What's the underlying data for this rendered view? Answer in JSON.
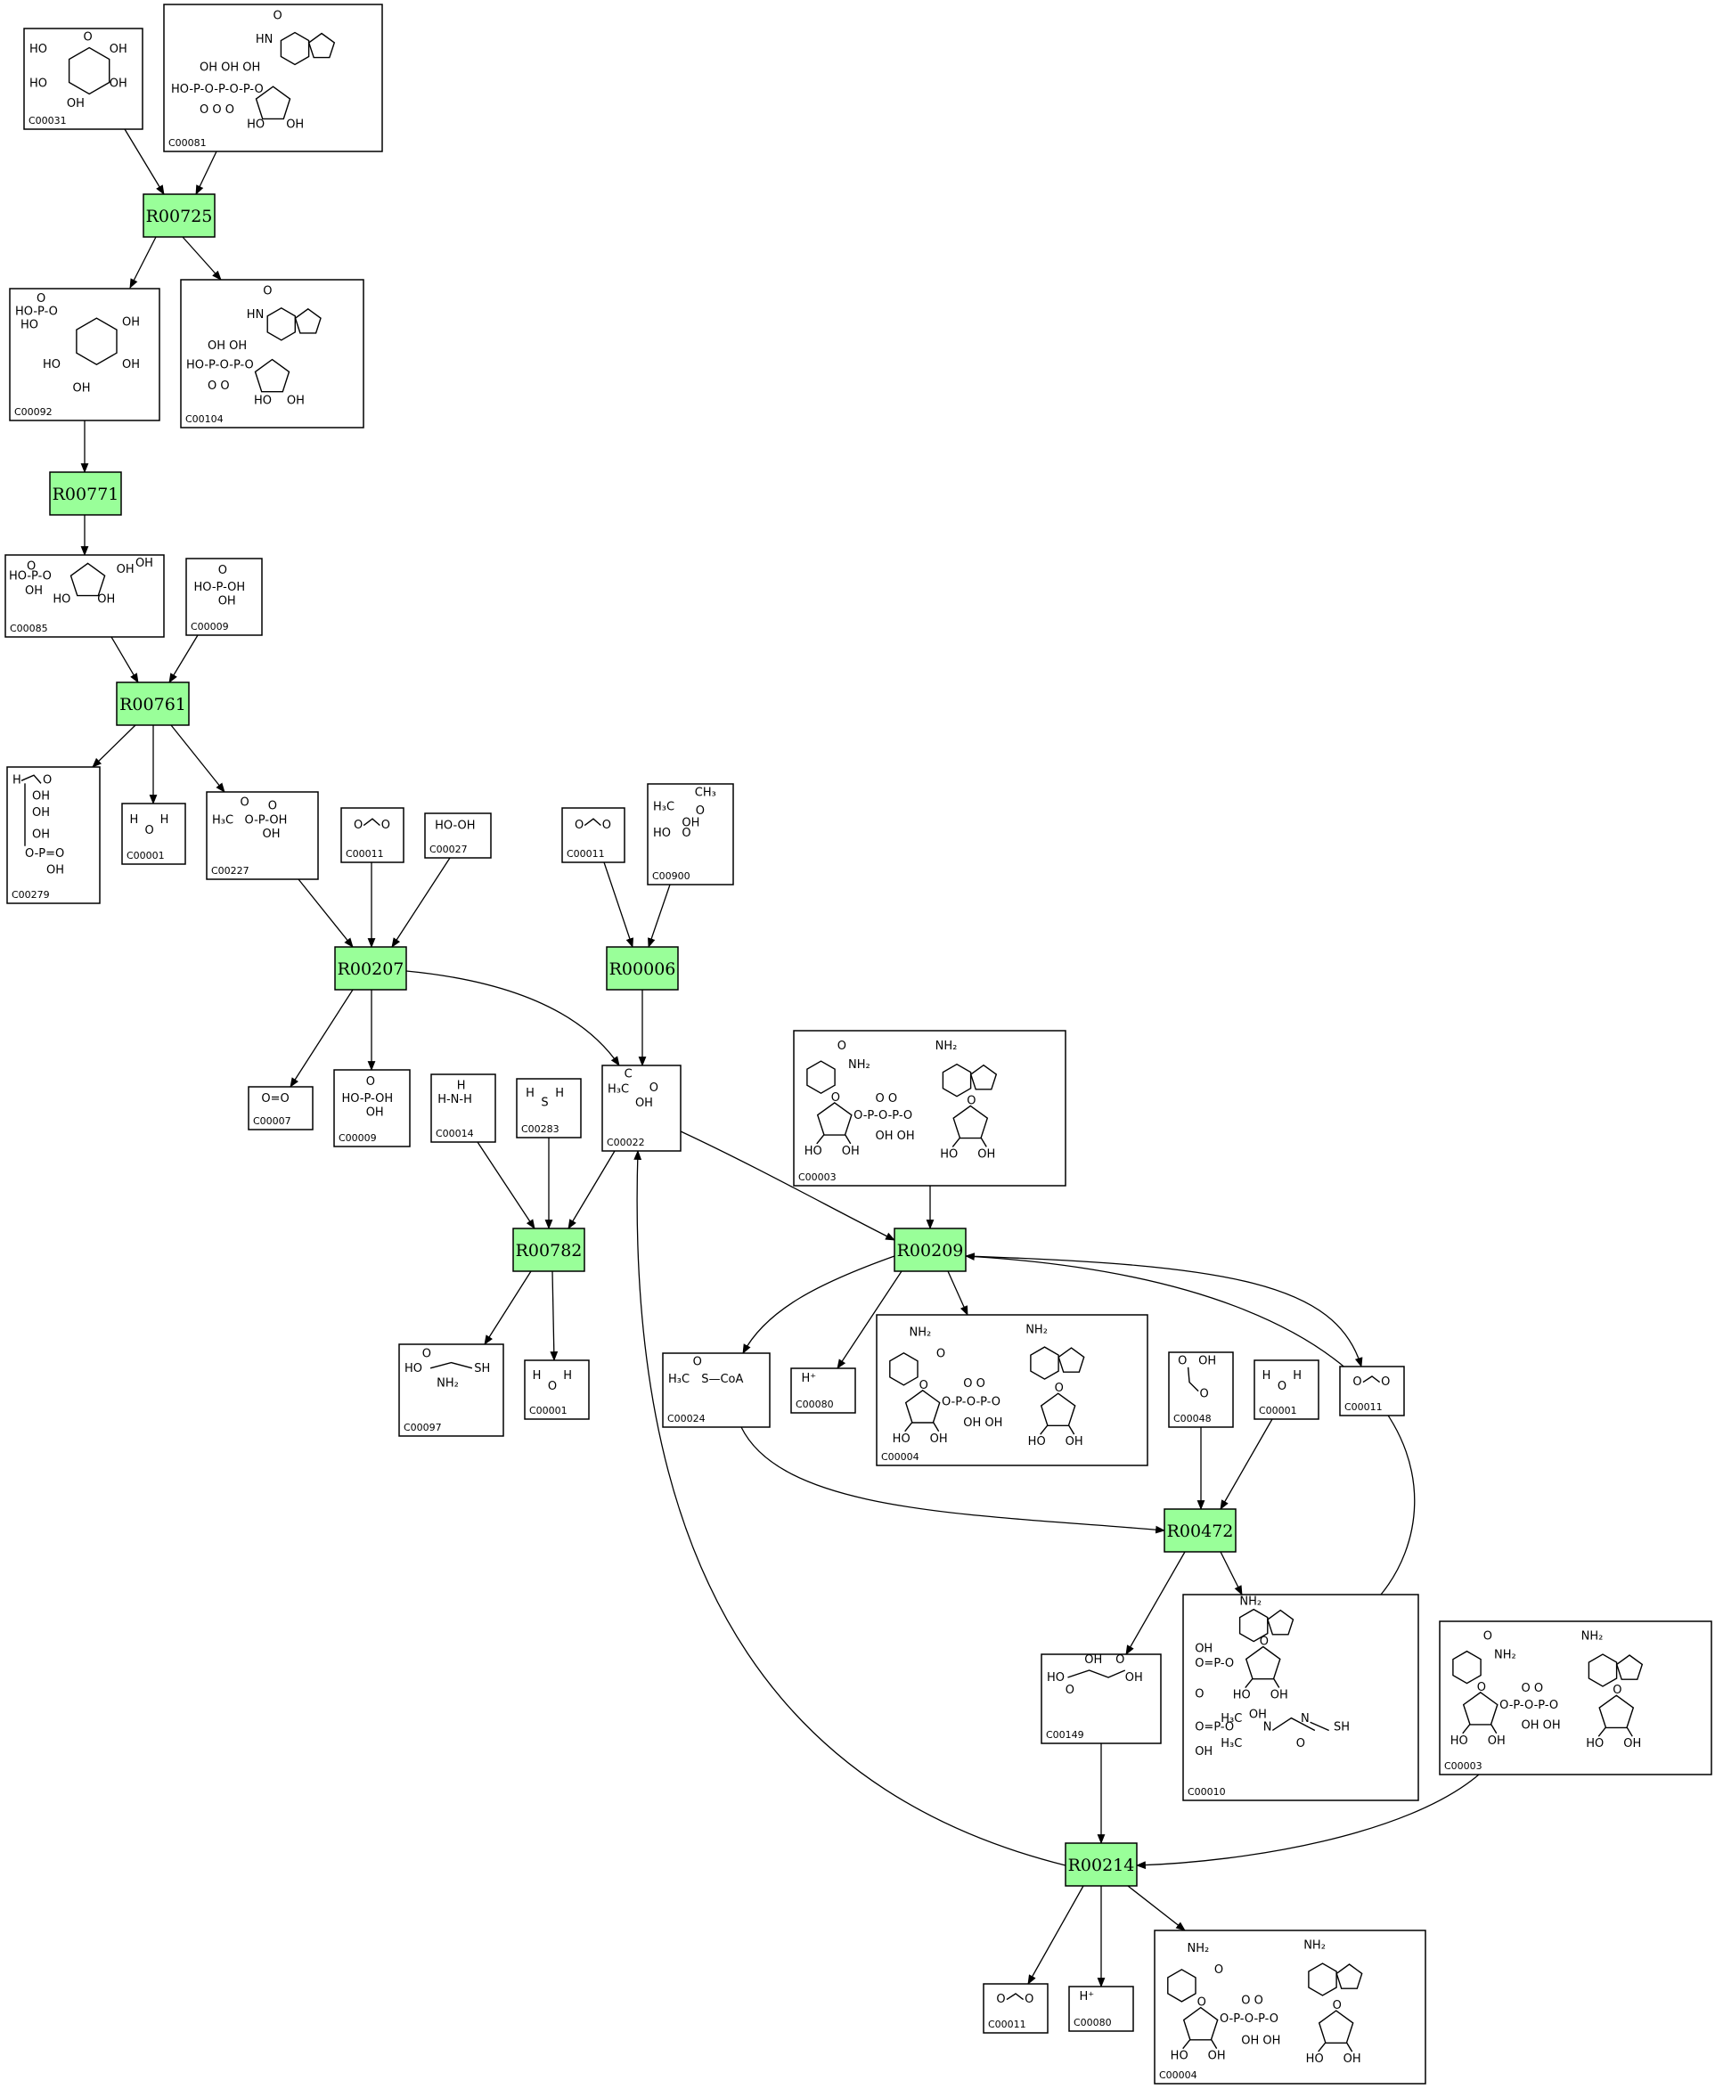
{
  "reactions": [
    "R00725",
    "R00771",
    "R00761",
    "R00207",
    "R00006",
    "R00782",
    "R00209",
    "R00472",
    "R00214"
  ],
  "compounds": {
    "C00031": "C00031",
    "C00081": "C00081",
    "C00092": "C00092",
    "C00104": "C00104",
    "C00085": "C00085",
    "C00009": "C00009",
    "C00279": "C00279",
    "C00001": "C00001",
    "C00227": "C00227",
    "C00011": "C00011",
    "C00027": "C00027",
    "C00900": "C00900",
    "C00007": "C00007",
    "C00014": "C00014",
    "C00283": "C00283",
    "C00022": "C00022",
    "C00003": "C00003",
    "C00097": "C00097",
    "C00024": "C00024",
    "C00080": "C00080",
    "C00004": "C00004",
    "C00048": "C00048",
    "C00149": "C00149",
    "C00010": "C00010"
  },
  "colors": {
    "reaction_fill": "#99ff99",
    "box_stroke": "#000000"
  }
}
